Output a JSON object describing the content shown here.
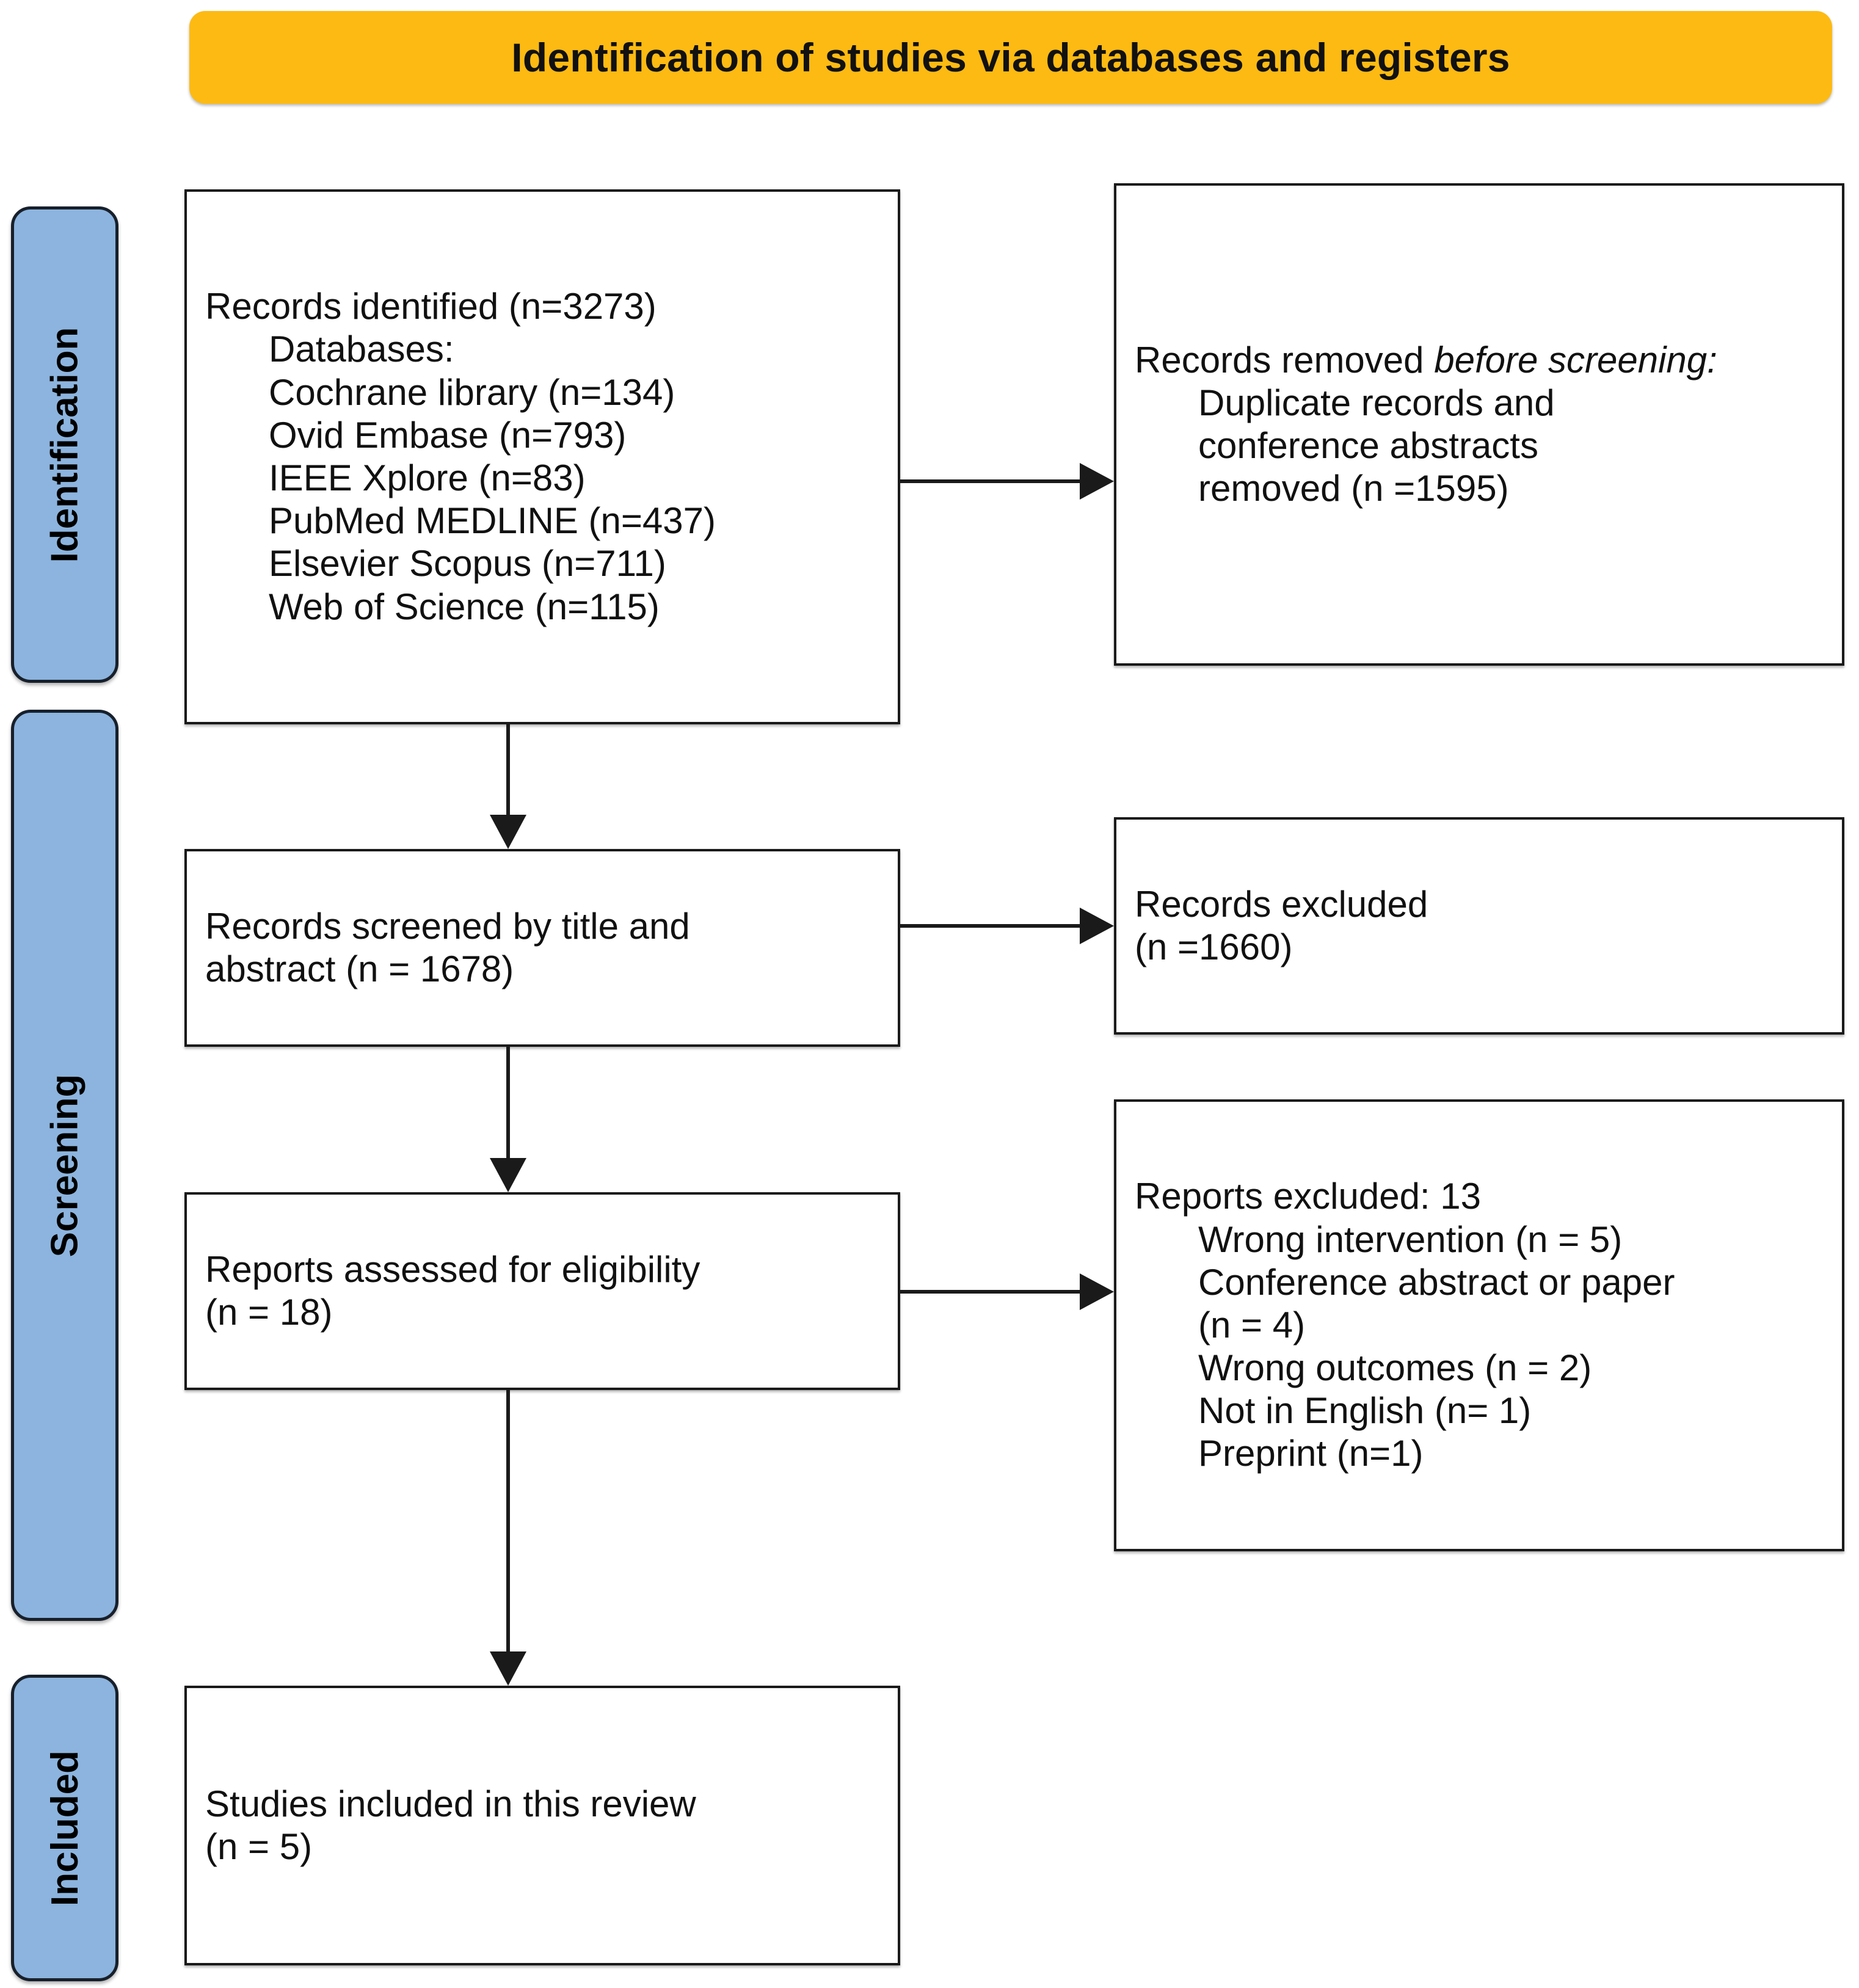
{
  "banner": {
    "title": "Identification of studies via databases and registers",
    "color": "#FDBA12"
  },
  "stages": {
    "color": "#8CB4DE",
    "items": [
      {
        "id": "identification",
        "label": "Identification"
      },
      {
        "id": "screening",
        "label": "Screening"
      },
      {
        "id": "included",
        "label": "Included"
      }
    ]
  },
  "boxes": {
    "identified": {
      "line1": "Records identified (n=3273)",
      "line2": "Databases:",
      "sources": [
        "Cochrane library (n=134)",
        "Ovid Embase (n=793)",
        "IEEE Xplore (n=83)",
        "PubMed MEDLINE (n=437)",
        "Elsevier Scopus (n=711)",
        "Web of Science (n=115)"
      ]
    },
    "removed": {
      "lead_prefix": "Records removed ",
      "lead_italic": "before screening",
      "lead_suffix": ":",
      "detail1": "Duplicate records and",
      "detail2": "conference abstracts",
      "detail3": "removed (n =1595)"
    },
    "screened": {
      "line1": "Records screened by title and",
      "line2": "abstract (n = 1678)"
    },
    "excluded": {
      "line1": "Records excluded",
      "line2": "(n =1660)"
    },
    "eligibility": {
      "line1": "Reports assessed for eligibility",
      "line2": "(n = 18)"
    },
    "reports_excluded": {
      "heading": "Reports excluded: 13",
      "reasons": [
        "Wrong intervention (n = 5)",
        "Conference abstract or paper",
        "(n = 4)",
        "Wrong outcomes (n = 2)",
        "Not in English (n= 1)",
        "Preprint (n=1)"
      ]
    },
    "included": {
      "line1": "Studies included in this review",
      "line2": "(n = 5)"
    }
  },
  "chart_data": {
    "type": "diagram",
    "title": "Identification of studies via databases and registers",
    "flow": [
      {
        "stage": "Identification",
        "node": "Records identified",
        "n": 3273
      },
      {
        "stage": "Identification",
        "node": "Records removed before screening",
        "n": 1595
      },
      {
        "stage": "Screening",
        "node": "Records screened by title and abstract",
        "n": 1678
      },
      {
        "stage": "Screening",
        "node": "Records excluded",
        "n": 1660
      },
      {
        "stage": "Screening",
        "node": "Reports assessed for eligibility",
        "n": 18
      },
      {
        "stage": "Screening",
        "node": "Reports excluded",
        "n": 13
      },
      {
        "stage": "Included",
        "node": "Studies included in this review",
        "n": 5
      }
    ],
    "databases": [
      {
        "name": "Cochrane library",
        "n": 134
      },
      {
        "name": "Ovid Embase",
        "n": 793
      },
      {
        "name": "IEEE Xplore",
        "n": 83
      },
      {
        "name": "PubMed MEDLINE",
        "n": 437
      },
      {
        "name": "Elsevier Scopus",
        "n": 711
      },
      {
        "name": "Web of Science",
        "n": 115
      }
    ],
    "exclusion_reasons": [
      {
        "reason": "Wrong intervention",
        "n": 5
      },
      {
        "reason": "Conference abstract or paper",
        "n": 4
      },
      {
        "reason": "Wrong outcomes",
        "n": 2
      },
      {
        "reason": "Not in English",
        "n": 1
      },
      {
        "reason": "Preprint",
        "n": 1
      }
    ]
  }
}
